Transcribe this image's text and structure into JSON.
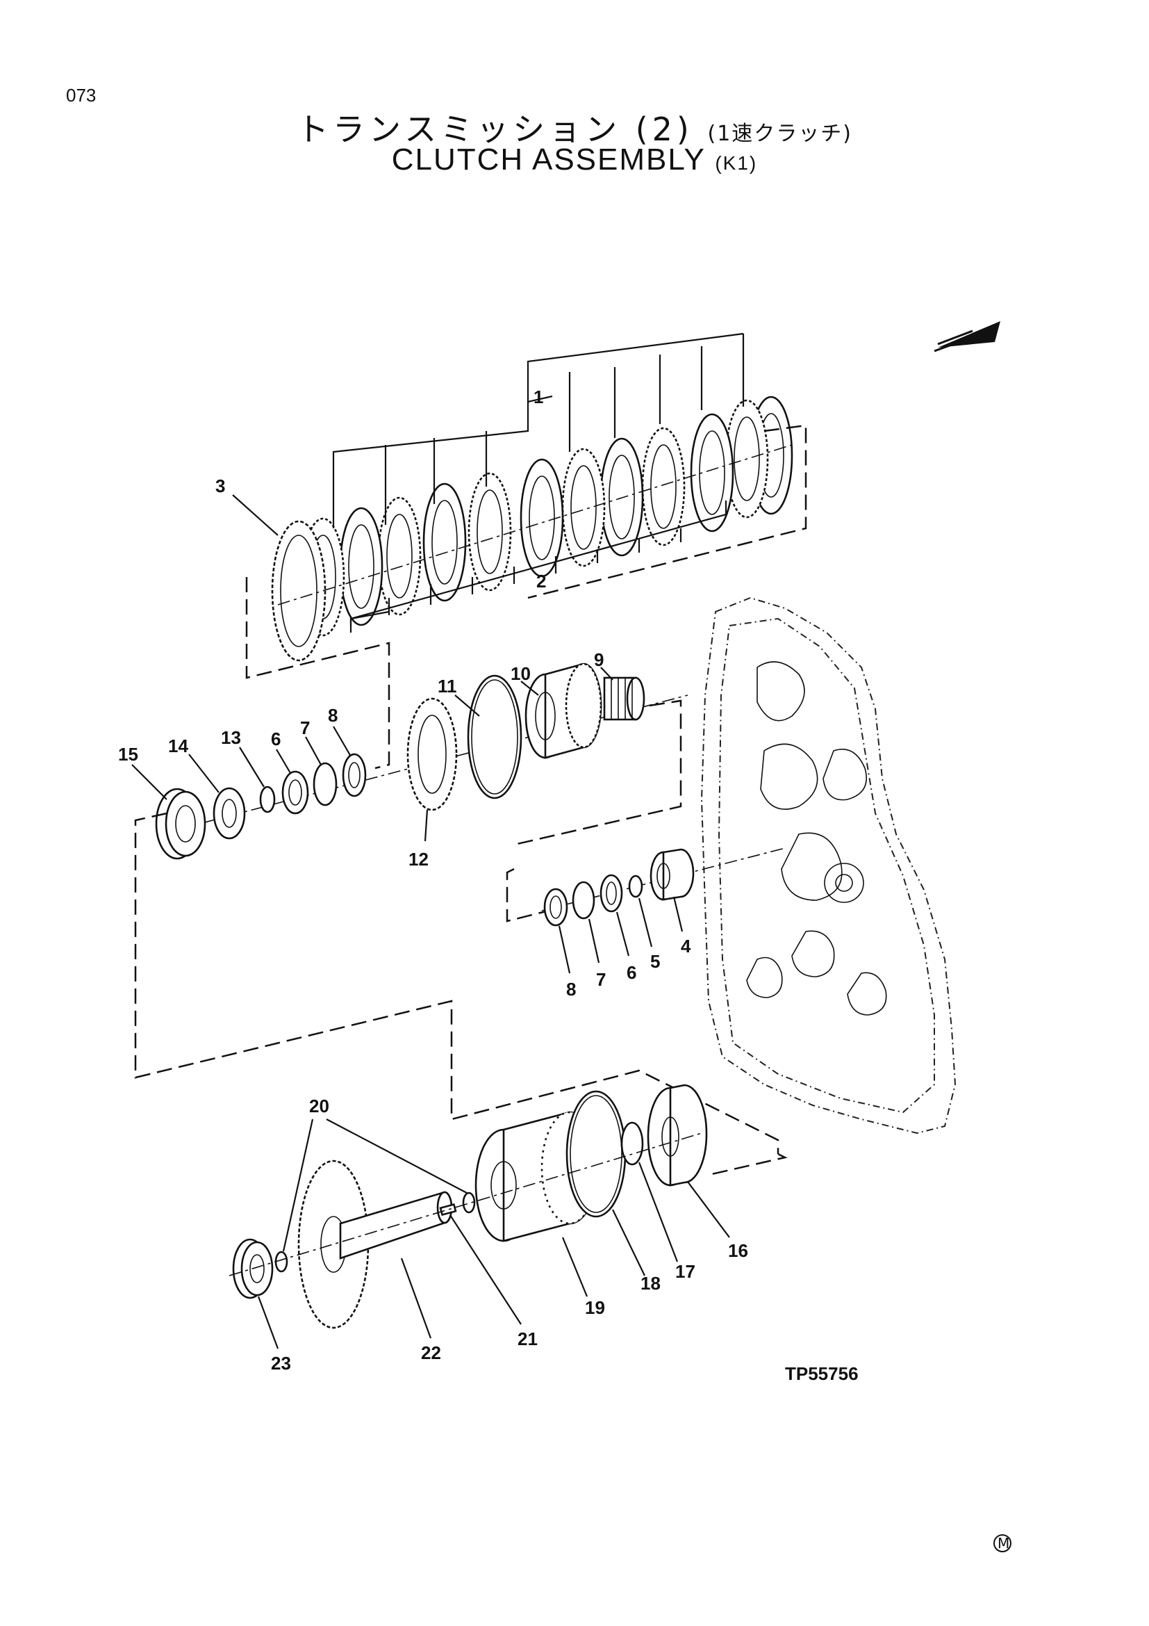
{
  "page": {
    "number": "073",
    "title_jp": "トランスミッション (2)",
    "title_jp_sub": "(1速クラッチ)",
    "title_en": "CLUTCH ASSEMBLY",
    "title_en_sub": "(K1)"
  },
  "diagram": {
    "reference_code": "TP55756",
    "manufacturer_mark": "M",
    "callouts": [
      "1",
      "2",
      "3",
      "4",
      "5",
      "6",
      "7",
      "8",
      "9",
      "10",
      "11",
      "12",
      "13",
      "14",
      "15",
      "16",
      "17",
      "18",
      "19",
      "20",
      "21",
      "22",
      "23"
    ]
  }
}
